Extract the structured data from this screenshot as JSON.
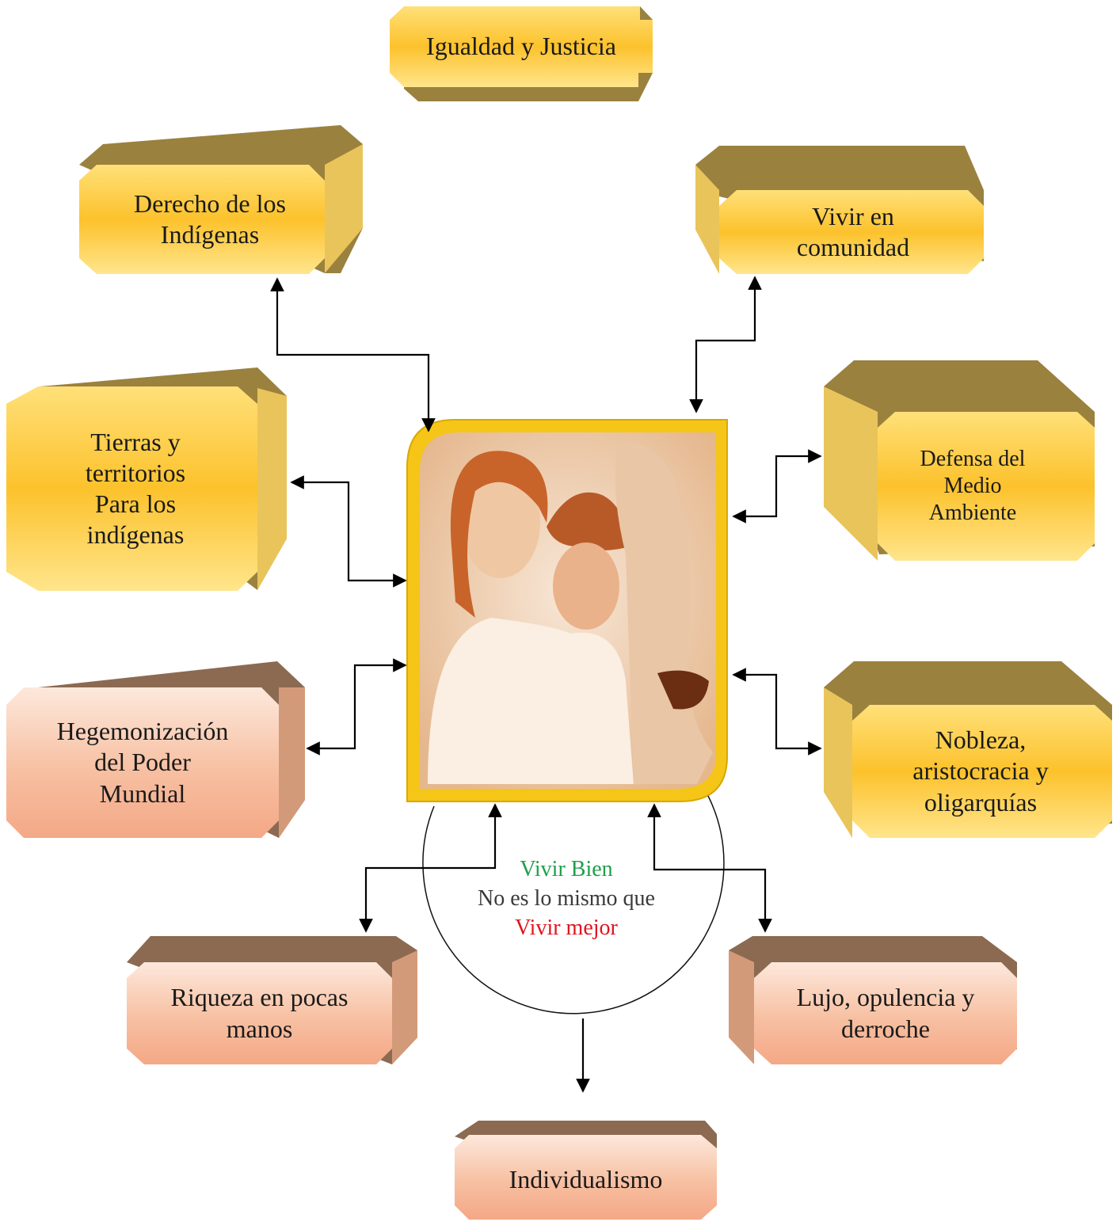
{
  "colors": {
    "gold_face": "#fdd15a",
    "gold_top": "#9a813e",
    "gold_side": "#e9c45b",
    "copper_face": "#f7c0a2",
    "copper_top": "#8c6a52",
    "copper_side": "#d39a79",
    "frame": "#f1c40f",
    "green": "#1fa04a",
    "red": "#e0141e",
    "gray": "#3a3a3a"
  },
  "nodes": {
    "igualdad": "Igualdad y Justicia",
    "derecho": "Derecho de los\nIndígenas",
    "vivir_comunidad": "Vivir en\ncomunidad",
    "tierras": "Tierras y\nterritorios\nPara los\nindígenas",
    "defensa": "Defensa del\nMedio\nAmbiente",
    "hegemonizacion": "Hegemonización\ndel Poder\nMundial",
    "nobleza": "Nobleza,\naristocracia y\noligarquías",
    "riqueza": "Riqueza en pocas\nmanos",
    "lujo": "Lujo, opulencia y\nderroche",
    "individualismo": "Individualismo"
  },
  "center": {
    "line1": "Vivir Bien",
    "line2": "No es lo mismo que",
    "line3": "Vivir mejor"
  }
}
